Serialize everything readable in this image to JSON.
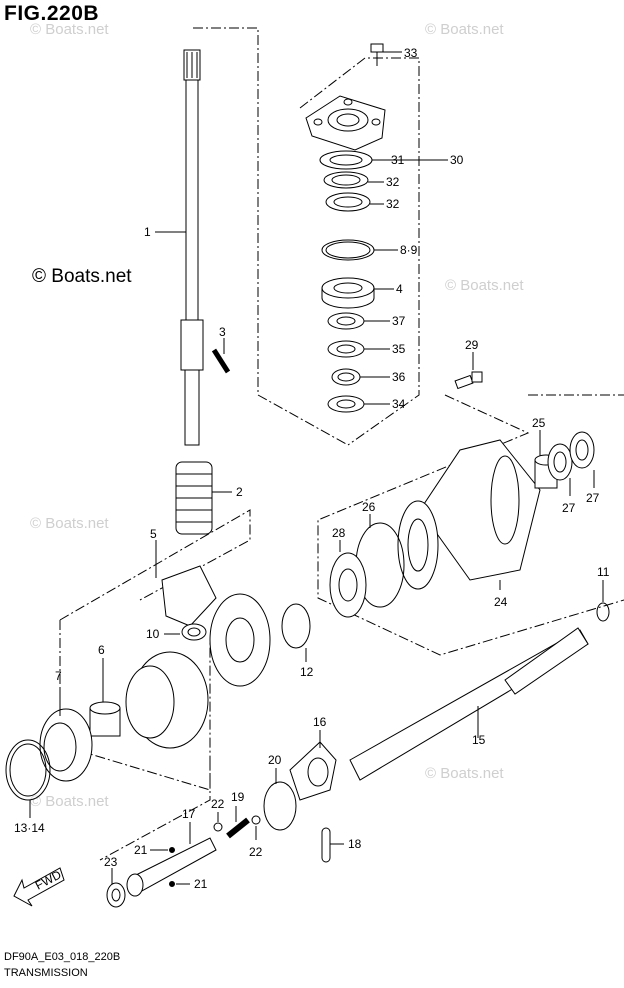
{
  "figure": {
    "title": "FIG.220B",
    "code": "DF90A_E03_018_220B",
    "caption": "TRANSMISSION",
    "copyright": "© Boats.net",
    "watermark": "© Boats.net",
    "direction_label": "FWD"
  },
  "callouts": [
    {
      "id": "c33",
      "text": "33"
    },
    {
      "id": "c31",
      "text": "31"
    },
    {
      "id": "c30",
      "text": "30"
    },
    {
      "id": "c32a",
      "text": "32"
    },
    {
      "id": "c32b",
      "text": "32"
    },
    {
      "id": "c1",
      "text": "1"
    },
    {
      "id": "c89",
      "text": "8·9"
    },
    {
      "id": "c4",
      "text": "4"
    },
    {
      "id": "c37",
      "text": "37"
    },
    {
      "id": "c3",
      "text": "3"
    },
    {
      "id": "c35",
      "text": "35"
    },
    {
      "id": "c29",
      "text": "29"
    },
    {
      "id": "c36",
      "text": "36"
    },
    {
      "id": "c34",
      "text": "34"
    },
    {
      "id": "c25",
      "text": "25"
    },
    {
      "id": "c2",
      "text": "2"
    },
    {
      "id": "c27a",
      "text": "27"
    },
    {
      "id": "c27b",
      "text": "27"
    },
    {
      "id": "c26",
      "text": "26"
    },
    {
      "id": "c5",
      "text": "5"
    },
    {
      "id": "c28",
      "text": "28"
    },
    {
      "id": "c11",
      "text": "11"
    },
    {
      "id": "c24",
      "text": "24"
    },
    {
      "id": "c10",
      "text": "10"
    },
    {
      "id": "c7",
      "text": "7"
    },
    {
      "id": "c6",
      "text": "6"
    },
    {
      "id": "c12",
      "text": "12"
    },
    {
      "id": "c16",
      "text": "16"
    },
    {
      "id": "c15",
      "text": "15"
    },
    {
      "id": "c20",
      "text": "20"
    },
    {
      "id": "c19",
      "text": "19"
    },
    {
      "id": "c22a",
      "text": "22"
    },
    {
      "id": "c1314",
      "text": "13·14"
    },
    {
      "id": "c17",
      "text": "17"
    },
    {
      "id": "c18",
      "text": "18"
    },
    {
      "id": "c21a",
      "text": "21"
    },
    {
      "id": "c22b",
      "text": "22"
    },
    {
      "id": "c23",
      "text": "23"
    },
    {
      "id": "c21b",
      "text": "21"
    }
  ]
}
